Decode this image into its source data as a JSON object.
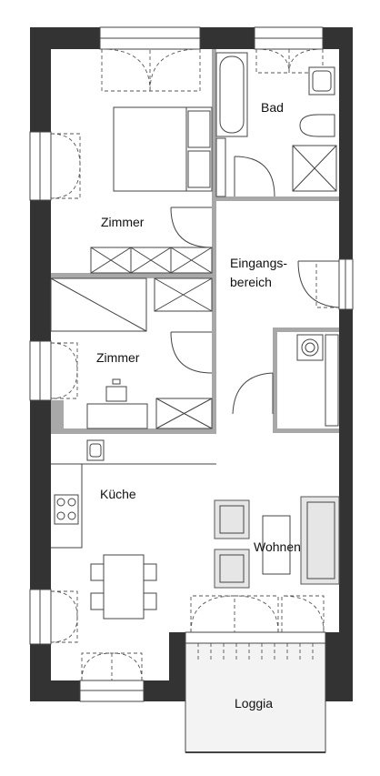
{
  "rooms": {
    "bad": "Bad",
    "zimmer_1": "Zimmer",
    "eingang_line1": "Eingangs-",
    "eingang_line2": "bereich",
    "zimmer_2": "Zimmer",
    "kueche": "Küche",
    "wohnen": "Wohnen",
    "loggia": "Loggia"
  },
  "colors": {
    "wall": "#333333",
    "inner_wall": "#a8a8a8",
    "loggia_floor": "#f3f3f3"
  }
}
